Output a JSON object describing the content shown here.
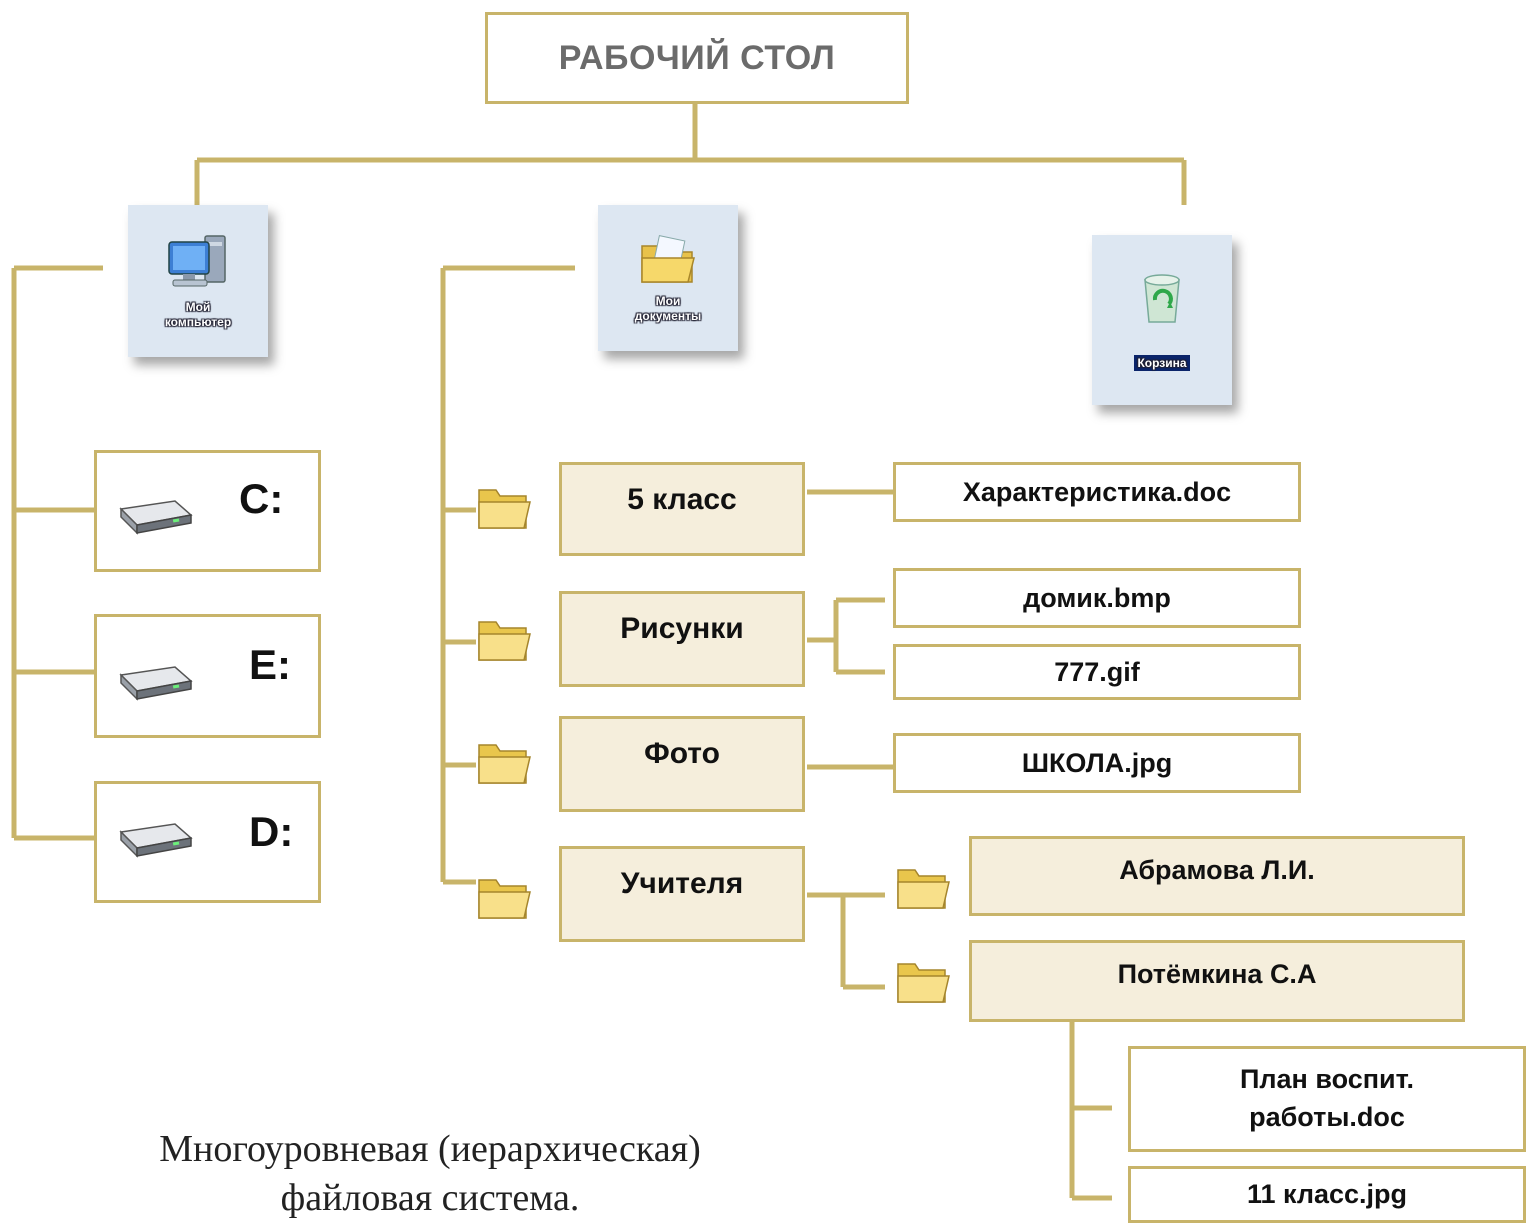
{
  "root": {
    "label": "РАБОЧИЙ СТОЛ"
  },
  "desktop": {
    "my_computer": {
      "label_line1": "Мой",
      "label_line2": "компьютер",
      "icon": "computer-icon"
    },
    "my_documents": {
      "label_line1": "Мои",
      "label_line2": "документы",
      "icon": "documents-folder-icon"
    },
    "recycle_bin": {
      "label": "Корзина",
      "icon": "recycle-bin-icon"
    }
  },
  "drives": [
    {
      "letter": "C:",
      "icon": "hard-drive-icon"
    },
    {
      "letter": "E:",
      "icon": "hard-drive-icon"
    },
    {
      "letter": "D:",
      "icon": "hard-drive-icon"
    }
  ],
  "folders": [
    {
      "name": "5 класс",
      "files": [
        "Характеристика.doc"
      ]
    },
    {
      "name": "Рисунки",
      "files": [
        "домик.bmp",
        "777.gif"
      ]
    },
    {
      "name": "Фото",
      "files": [
        "ШКОЛА.jpg"
      ]
    },
    {
      "name": "Учителя",
      "subfolders": [
        "Абрамова Л.И.",
        "Потёмкина С.А"
      ]
    }
  ],
  "teacher_files": [
    "План воспит. работы.doc",
    "11 класс.jpg"
  ],
  "caption": {
    "line1": "Многоуровневая (иерархическая)",
    "line2": "файловая система."
  },
  "colors": {
    "line": "#c8b46a",
    "box_fill": "#f5eedc",
    "folder": "#f4d35e"
  }
}
